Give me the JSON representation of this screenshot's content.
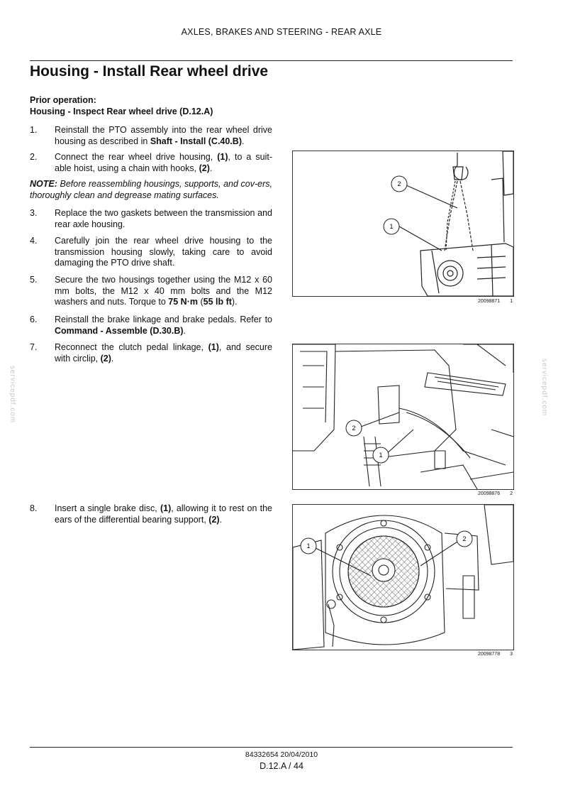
{
  "header": {
    "section": "AXLES, BRAKES AND STEERING - REAR AXLE"
  },
  "title": "Housing - Install Rear wheel drive",
  "prior": {
    "label": "Prior operation:",
    "ref": "Housing - Inspect Rear wheel drive (D.12.A)"
  },
  "steps": [
    {
      "num": "1.",
      "pre": "Reinstall the PTO assembly into the rear wheel drive housing as described in ",
      "bold": "Shaft - Install (C.40.B)",
      "post": "."
    },
    {
      "num": "2.",
      "pre": "Connect the rear wheel drive housing, ",
      "b1": "(1)",
      "mid": ", to a suit-able hoist, using a chain with hooks, ",
      "b2": "(2)",
      "post": "."
    },
    {
      "num": "3.",
      "text": "Replace the two gaskets between the transmission and rear axle housing."
    },
    {
      "num": "4.",
      "text": "Carefully join the rear wheel drive housing to the transmission housing slowly, taking care to avoid damaging the PTO drive shaft."
    },
    {
      "num": "5.",
      "pre": "Secure the two housings together using the M12 x 60 mm bolts, the M12 x 40 mm bolts and the M12 washers and nuts. Torque to ",
      "b1": "75 N·m",
      "mid": " (",
      "b2": "55 lb ft",
      "post": ")."
    },
    {
      "num": "6.",
      "pre": "Reinstall the brake linkage and brake pedals. Refer to ",
      "bold": "Command - Assemble (D.30.B)",
      "post": "."
    },
    {
      "num": "7.",
      "pre": "Reconnect the clutch pedal linkage, ",
      "b1": "(1)",
      "mid": ", and secure with circlip, ",
      "b2": "(2)",
      "post": "."
    },
    {
      "num": "8.",
      "pre": "Insert a single brake disc, ",
      "b1": "(1)",
      "mid": ", allowing it to rest on the ears of the differential bearing support, ",
      "b2": "(2)",
      "post": "."
    }
  ],
  "note": {
    "label": "NOTE:",
    "text": " Before reassembling housings, supports, and cov-ers, thoroughly clean and degrease mating surfaces."
  },
  "figures": [
    {
      "code": "20098871",
      "index": "1",
      "callouts": [
        "2",
        "1"
      ]
    },
    {
      "code": "20098876",
      "index": "2",
      "callouts": [
        "2",
        "1"
      ]
    },
    {
      "code": "20098778",
      "index": "3",
      "callouts": [
        "1",
        "2"
      ]
    }
  ],
  "watermark": "servicepdf.com",
  "footer": {
    "doc_code": "84332654 20/04/2010",
    "page": "D.12.A / 44"
  }
}
